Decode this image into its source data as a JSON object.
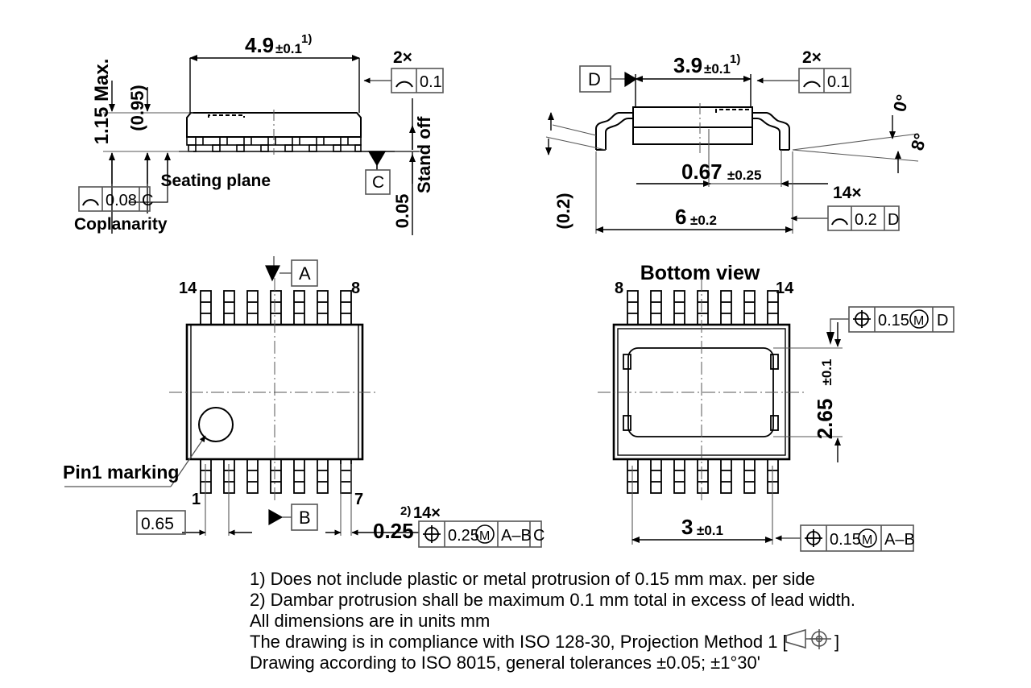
{
  "drawing": {
    "title": "SSOP-14 package outline drawing",
    "units_note": "All dimensions are in units mm"
  },
  "front_view": {
    "height_max": "1.15 Max.",
    "body_height_ref": "(0.95)",
    "body_length": "4.9",
    "body_length_tol": "±0.1",
    "body_length_sup": "1)",
    "coplanarity_label": "Coplanarity",
    "coplanarity_value": "0.08",
    "coplanarity_datum": "C",
    "coplanarity_symbol": "profile-of-surface-icon",
    "seating_plane_label": "Seating plane",
    "seating_plane_datum": "C",
    "standoff_value": "0.05",
    "standoff_label": "Stand off",
    "fcf_count": "2×",
    "fcf_value": "0.1",
    "fcf_symbol": "profile-of-surface-icon"
  },
  "side_view": {
    "datum_d": "D",
    "body_width": "3.9",
    "body_width_tol": "±0.1",
    "body_width_sup": "1)",
    "fcf_count": "2×",
    "fcf_value": "0.1",
    "lead_thickness_ref": "(0.2)",
    "lead_foot_len": "0.67",
    "lead_foot_tol": "±0.25",
    "total_width": "6",
    "total_width_tol": "±0.2",
    "lead_fcf_count": "14×",
    "lead_fcf_value": "0.2",
    "lead_fcf_datum": "D",
    "angle_min": "0°",
    "angle_max": "8°"
  },
  "top_view": {
    "datum_a": "A",
    "datum_b": "B",
    "pin_top_left": "14",
    "pin_top_right": "8",
    "pin_bottom_left": "1",
    "pin_bottom_right": "7",
    "pin1_marking_label": "Pin1 marking",
    "pitch": "0.65",
    "lead_width": "0.25",
    "lead_width_sup": "2)",
    "lead_fcf_count": "14×",
    "lead_fcf_symbol": "true-position-icon",
    "lead_fcf_value": "0.25",
    "lead_fcf_modifier": "M",
    "lead_fcf_datums": "A–B",
    "lead_fcf_datum3": "C"
  },
  "bottom_view": {
    "title": "Bottom view",
    "pin_top_left": "8",
    "pin_top_right": "14",
    "pin_bottom_left": "7",
    "pin_bottom_right": "1",
    "pad_height": "2.65",
    "pad_height_tol": "±0.1",
    "pad_width": "3",
    "pad_width_tol": "±0.1",
    "fcf_top_symbol": "true-position-icon",
    "fcf_top_value": "0.15",
    "fcf_top_modifier": "M",
    "fcf_top_datum": "D",
    "fcf_bottom_symbol": "true-position-icon",
    "fcf_bottom_value": "0.15",
    "fcf_bottom_modifier": "M",
    "fcf_bottom_datums": "A–B"
  },
  "notes": {
    "line1": "1) Does not include plastic or metal protrusion of 0.15 mm max. per side",
    "line2": "2) Dambar protrusion shall be maximum 0.1 mm total in excess of lead width.",
    "line3": "All dimensions are in units mm",
    "line4_pre": "The drawing is in compliance with ISO 128-30, Projection Method 1 [",
    "line4_post": "]",
    "line5": "Drawing according to ISO 8015, general tolerances ±0.05; ±1°30'"
  },
  "colors": {
    "line": "#000000",
    "thin": "#4d4d4d",
    "background": "#ffffff"
  }
}
